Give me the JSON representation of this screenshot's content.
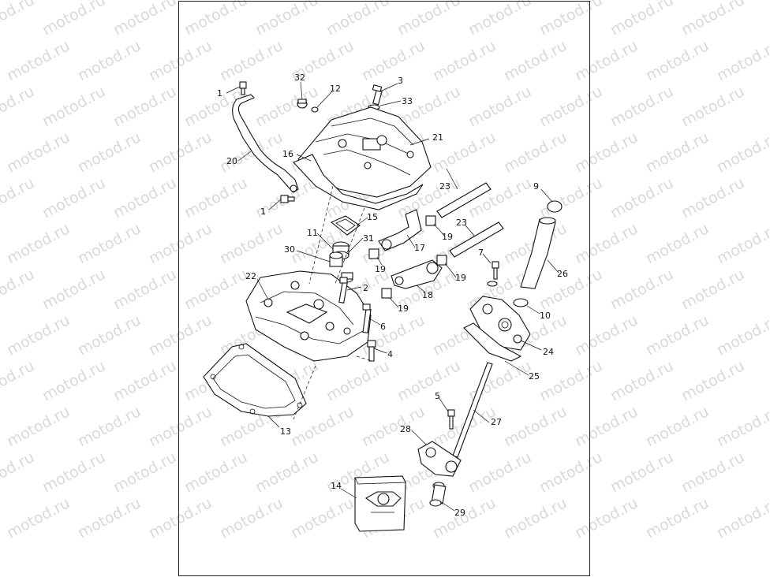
{
  "watermark": "motod.ru",
  "callouts": [
    {
      "id": "c1a",
      "label": "1"
    },
    {
      "id": "c1b",
      "label": "1"
    },
    {
      "id": "c2",
      "label": "2"
    },
    {
      "id": "c3",
      "label": "3"
    },
    {
      "id": "c4",
      "label": "4"
    },
    {
      "id": "c5",
      "label": "5"
    },
    {
      "id": "c6",
      "label": "6"
    },
    {
      "id": "c7",
      "label": "7"
    },
    {
      "id": "c9",
      "label": "9"
    },
    {
      "id": "c10",
      "label": "10"
    },
    {
      "id": "c11",
      "label": "11"
    },
    {
      "id": "c12",
      "label": "12"
    },
    {
      "id": "c13",
      "label": "13"
    },
    {
      "id": "c14",
      "label": "14"
    },
    {
      "id": "c15",
      "label": "15"
    },
    {
      "id": "c16",
      "label": "16"
    },
    {
      "id": "c17",
      "label": "17"
    },
    {
      "id": "c18",
      "label": "18"
    },
    {
      "id": "c19a",
      "label": "19"
    },
    {
      "id": "c19b",
      "label": "19"
    },
    {
      "id": "c19c",
      "label": "19"
    },
    {
      "id": "c19d",
      "label": "19"
    },
    {
      "id": "c20",
      "label": "20"
    },
    {
      "id": "c21",
      "label": "21"
    },
    {
      "id": "c22",
      "label": "22"
    },
    {
      "id": "c23a",
      "label": "23"
    },
    {
      "id": "c23b",
      "label": "23"
    },
    {
      "id": "c24",
      "label": "24"
    },
    {
      "id": "c25",
      "label": "25"
    },
    {
      "id": "c26",
      "label": "26"
    },
    {
      "id": "c27",
      "label": "27"
    },
    {
      "id": "c28",
      "label": "28"
    },
    {
      "id": "c29",
      "label": "29"
    },
    {
      "id": "c30",
      "label": "30"
    },
    {
      "id": "c31",
      "label": "31"
    },
    {
      "id": "c32",
      "label": "32"
    },
    {
      "id": "c33",
      "label": "33"
    }
  ]
}
